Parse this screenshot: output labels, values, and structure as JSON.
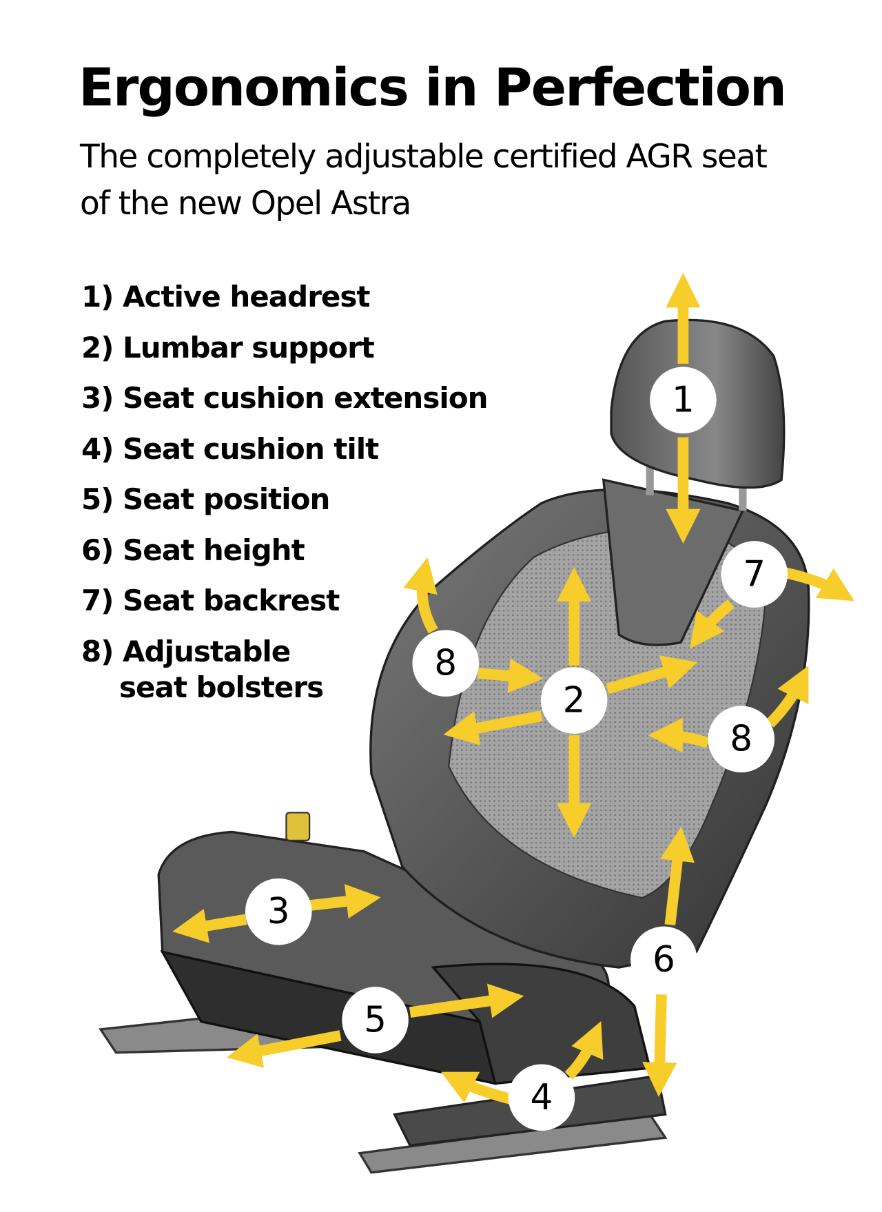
{
  "title": "Ergonomics in Perfection",
  "subtitle": [
    "The completely adjustable certified AGR seat",
    "of the new Opel Astra"
  ],
  "legend": [
    {
      "num": "1)",
      "label": "Active headrest"
    },
    {
      "num": "2)",
      "label": "Lumbar support"
    },
    {
      "num": "3)",
      "label": "Seat cushion extension"
    },
    {
      "num": "4)",
      "label": "Seat cushion tilt"
    },
    {
      "num": "5)",
      "label": "Seat position"
    },
    {
      "num": "6)",
      "label": "Seat height"
    },
    {
      "num": "7)",
      "label": "Seat backrest"
    },
    {
      "num": "8)",
      "label": "Adjustable",
      "label2": "seat bolsters"
    }
  ],
  "markers": [
    "1",
    "7",
    "8",
    "2",
    "8",
    "3",
    "6",
    "5",
    "4"
  ],
  "colors": {
    "arrow": "#f6cd2a",
    "seat_dark": "#3c3c3c",
    "seat_mid": "#6b6b6b",
    "seat_light": "#9a9a9a",
    "badge": "#ffffff"
  }
}
